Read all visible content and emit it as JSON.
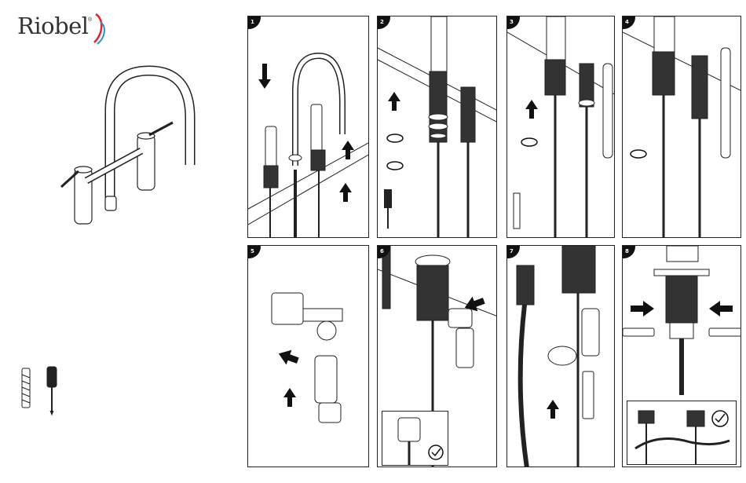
{
  "brand": {
    "name": "Riobel",
    "registered_mark": "®"
  },
  "steps": [
    {
      "number": "1"
    },
    {
      "number": "2"
    },
    {
      "number": "3"
    },
    {
      "number": "4"
    },
    {
      "number": "5"
    },
    {
      "number": "6"
    },
    {
      "number": "7"
    },
    {
      "number": "8"
    }
  ],
  "tools": [
    "wall-anchor-icon",
    "screwdriver-icon"
  ],
  "icons": {
    "check": "check-circle-icon",
    "rotate": "rotate-arrow-icon",
    "arrow": "arrow-icon"
  }
}
